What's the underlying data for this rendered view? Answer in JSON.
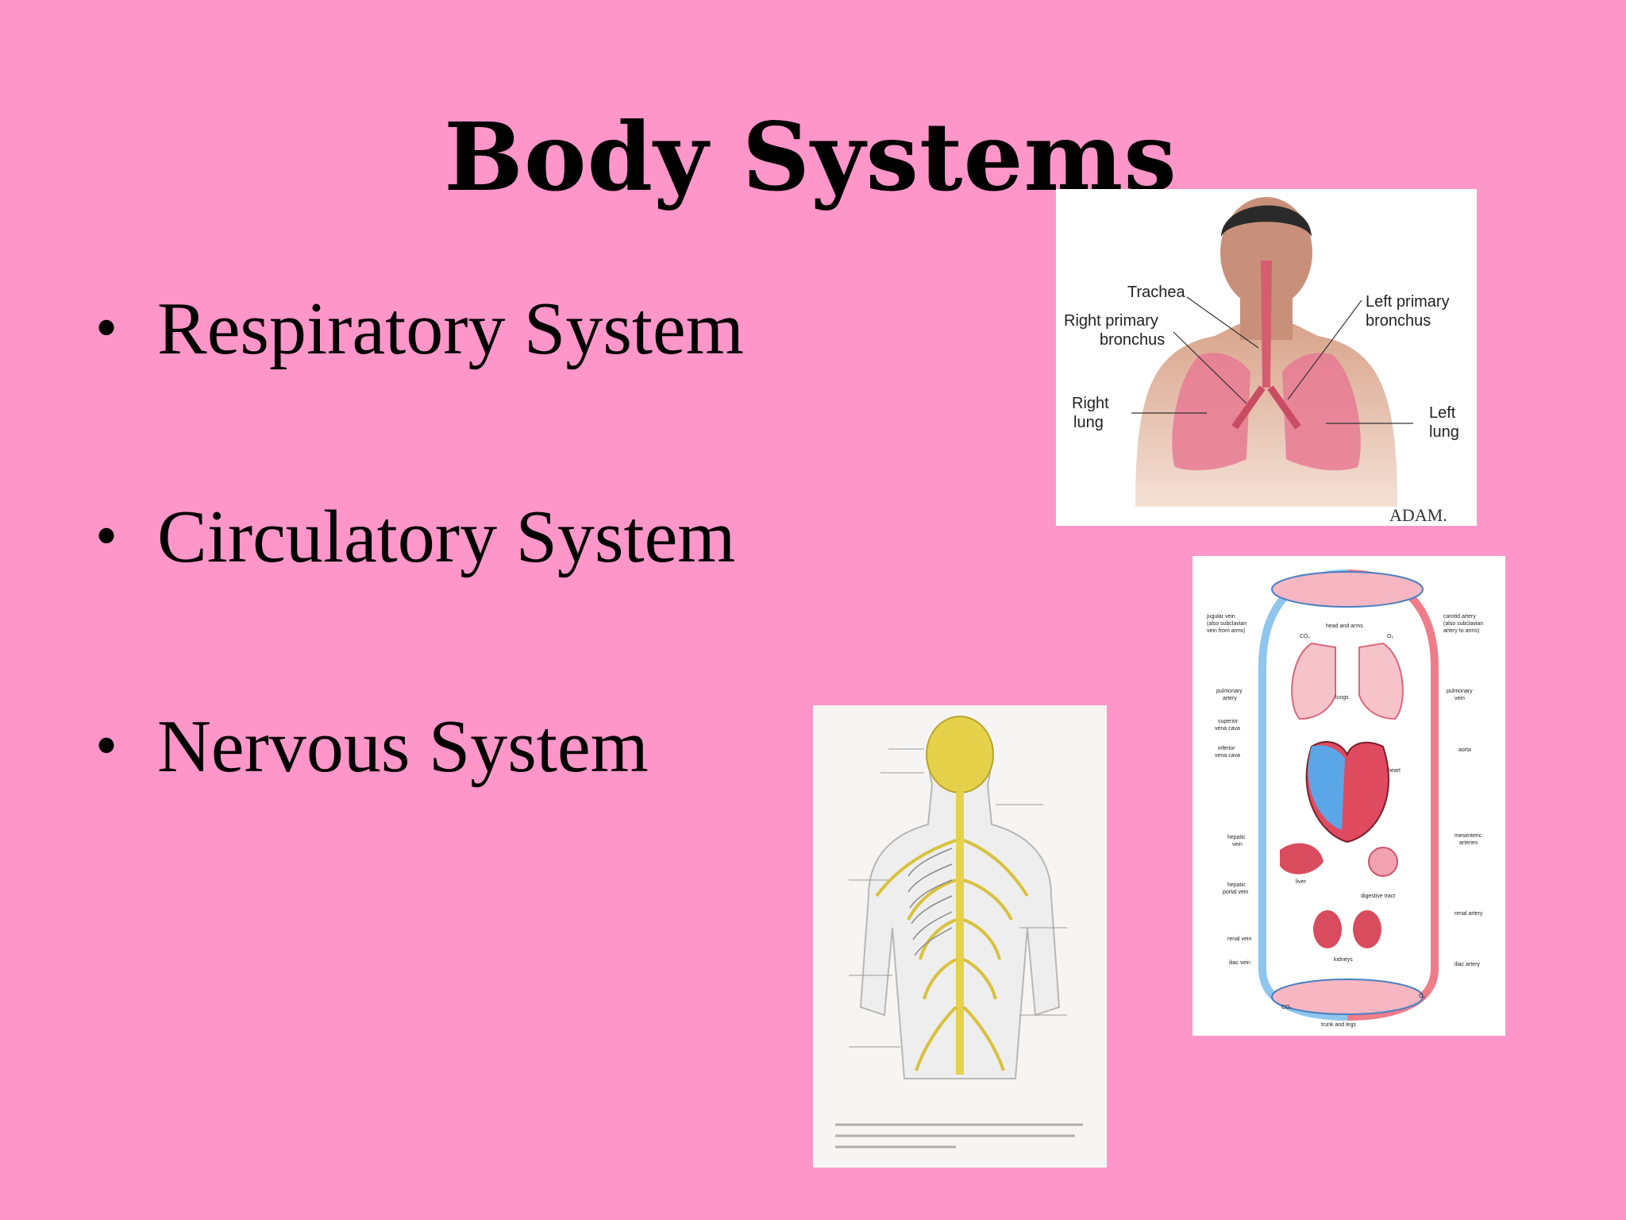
{
  "slide": {
    "title": "Body Systems",
    "bullets": [
      "Respiratory System",
      "Circulatory System",
      "Nervous System"
    ],
    "bullet_glyph": "•",
    "background_color": "#ff96c9"
  },
  "respiratory_figure": {
    "labels": {
      "trachea": "Trachea",
      "right_primary_bronchus": [
        "Right primary",
        "bronchus"
      ],
      "left_primary_bronchus": [
        "Left primary",
        "bronchus"
      ],
      "right_lung": [
        "Right",
        "lung"
      ],
      "left_lung": [
        "Left",
        "lung"
      ]
    },
    "logo_text": "ADAM."
  },
  "circulatory_figure": {
    "labels": {
      "jugular_vein": [
        "jugular vein",
        "(also subclavian",
        "vein from arms)"
      ],
      "head_and_arms": "head and arms",
      "carotid_artery": [
        "carotid artery",
        "(also subclavian",
        "artery to arms)"
      ],
      "co2_top": "CO₂",
      "o2_top": "O₂",
      "pulmonary_artery": [
        "pulmonary",
        "artery"
      ],
      "lungs": "lungs",
      "pulmonary_vein": [
        "pulmonary",
        "vein"
      ],
      "superior_vena_cava": [
        "superior",
        "vena cava"
      ],
      "inferior_vena_cava": [
        "inferior",
        "vena cava"
      ],
      "aorta": "aorta",
      "heart": "heart",
      "hepatic_vein": [
        "hepatic",
        "vein"
      ],
      "mesenteric_arteries": [
        "mesenteric",
        "arteries"
      ],
      "liver": "liver",
      "hepatic_portal_vein": [
        "hepatic",
        "portal vein"
      ],
      "digestive_tract": "digestive tract",
      "renal_artery": "renal artery",
      "renal_vein": "renal vein",
      "kidneys": "kidneys",
      "iliac_vein": "iliac vein",
      "iliac_artery": "iliac artery",
      "co2_bottom": "CO₂",
      "o2_bottom": "O₂",
      "trunk_and_legs": "trunk and legs"
    },
    "colors": {
      "vein": "#8ec6ee",
      "artery": "#f07c8a"
    }
  },
  "nervous_figure": {
    "colors": {
      "nerve": "#e6d24a"
    }
  }
}
